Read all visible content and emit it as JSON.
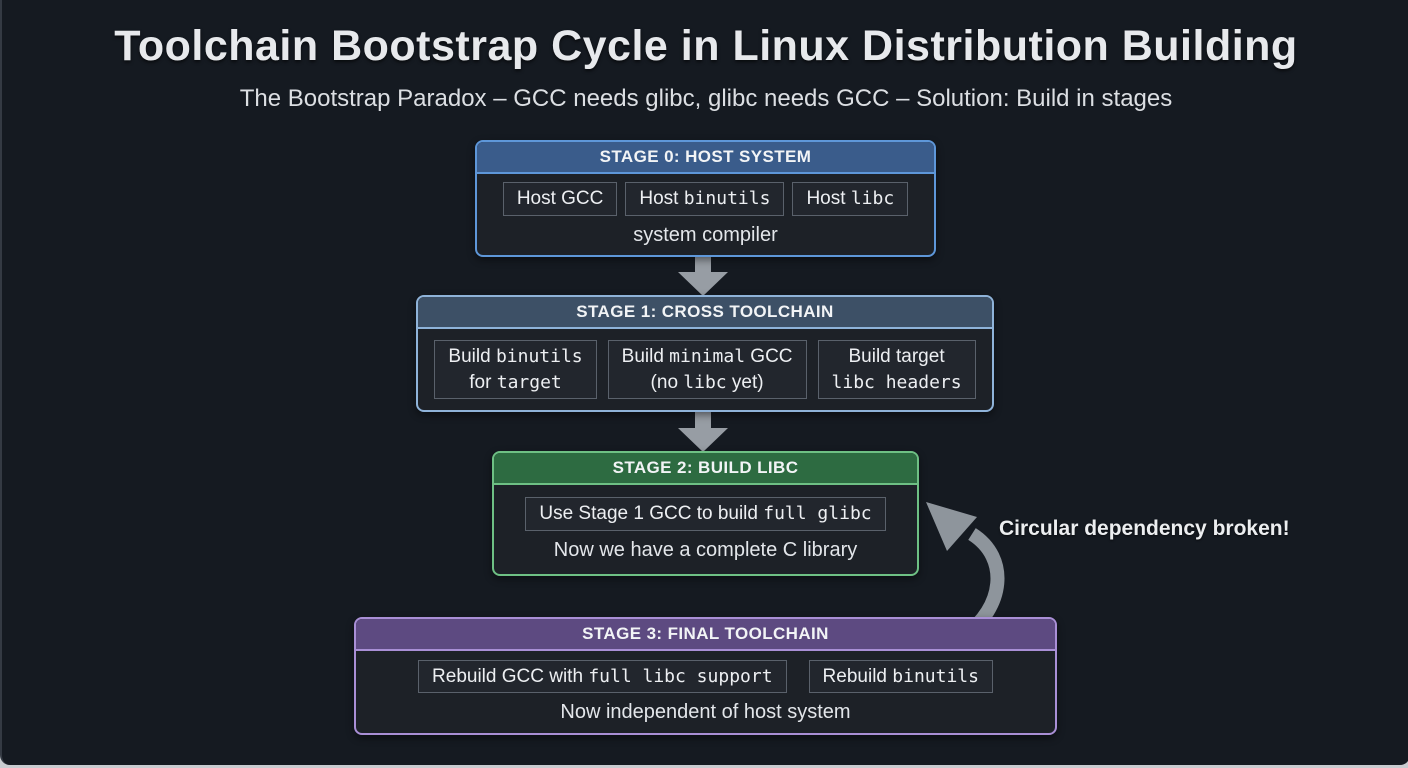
{
  "page": {
    "title": "Toolchain Bootstrap Cycle in Linux Distribution Building",
    "subtitle": "The Bootstrap Paradox – GCC needs glibc, glibc needs GCC – Solution: Build in stages",
    "background_color": "#151a21",
    "text_color": "#e9ebee"
  },
  "annotation": {
    "text": "Circular dependency broken!",
    "arrow_color": "#8e959c",
    "arrow_shape": "curved arrow from Stage 3 box looping up-left into right side of Stage 2 box"
  },
  "flow_arrows": {
    "color": "#979da4",
    "count": 2,
    "description": "downward block arrows: Stage 0 to Stage 1, Stage 1 to Stage 2"
  },
  "stages": [
    {
      "header": "STAGE 0: HOST SYSTEM",
      "header_color": "#3a5c8b",
      "border_color": "#5e97d9",
      "chips": [
        {
          "segments": [
            {
              "t": "Host GCC",
              "m": false
            }
          ]
        },
        {
          "segments": [
            {
              "t": "Host ",
              "m": false
            },
            {
              "t": "binutils",
              "m": true
            }
          ]
        },
        {
          "segments": [
            {
              "t": "Host ",
              "m": false
            },
            {
              "t": "libc",
              "m": true
            }
          ]
        }
      ],
      "footer": "system compiler"
    },
    {
      "header": "STAGE 1: CROSS TOOLCHAIN",
      "header_color": "#3d5066",
      "border_color": "#8fb3d9",
      "chips": [
        {
          "segments": [
            {
              "t": "Build ",
              "m": false
            },
            {
              "t": "binutils",
              "m": true
            },
            {
              "t": "\nfor ",
              "m": false
            },
            {
              "t": "target",
              "m": true
            }
          ]
        },
        {
          "segments": [
            {
              "t": "Build ",
              "m": false
            },
            {
              "t": "minimal",
              "m": true
            },
            {
              "t": " GCC\n(no ",
              "m": false
            },
            {
              "t": "libc",
              "m": true
            },
            {
              "t": " yet)",
              "m": false
            }
          ]
        },
        {
          "segments": [
            {
              "t": "Build target\n",
              "m": false
            },
            {
              "t": "libc headers",
              "m": true
            }
          ]
        }
      ],
      "footer": ""
    },
    {
      "header": "STAGE 2: BUILD LIBC",
      "header_color": "#2d6b41",
      "border_color": "#6ec084",
      "chips": [
        {
          "segments": [
            {
              "t": "Use Stage 1 GCC to build ",
              "m": false
            },
            {
              "t": "full glibc",
              "m": true
            }
          ]
        }
      ],
      "footer": "Now we have a complete C library"
    },
    {
      "header": "STAGE 3: FINAL TOOLCHAIN",
      "header_color": "#5d4a81",
      "border_color": "#a98fd6",
      "chips": [
        {
          "segments": [
            {
              "t": "Rebuild GCC with ",
              "m": false
            },
            {
              "t": "full libc support",
              "m": true
            }
          ]
        },
        {
          "segments": [
            {
              "t": "Rebuild ",
              "m": false
            },
            {
              "t": "binutils",
              "m": true
            }
          ]
        }
      ],
      "footer": "Now independent of host system"
    }
  ]
}
